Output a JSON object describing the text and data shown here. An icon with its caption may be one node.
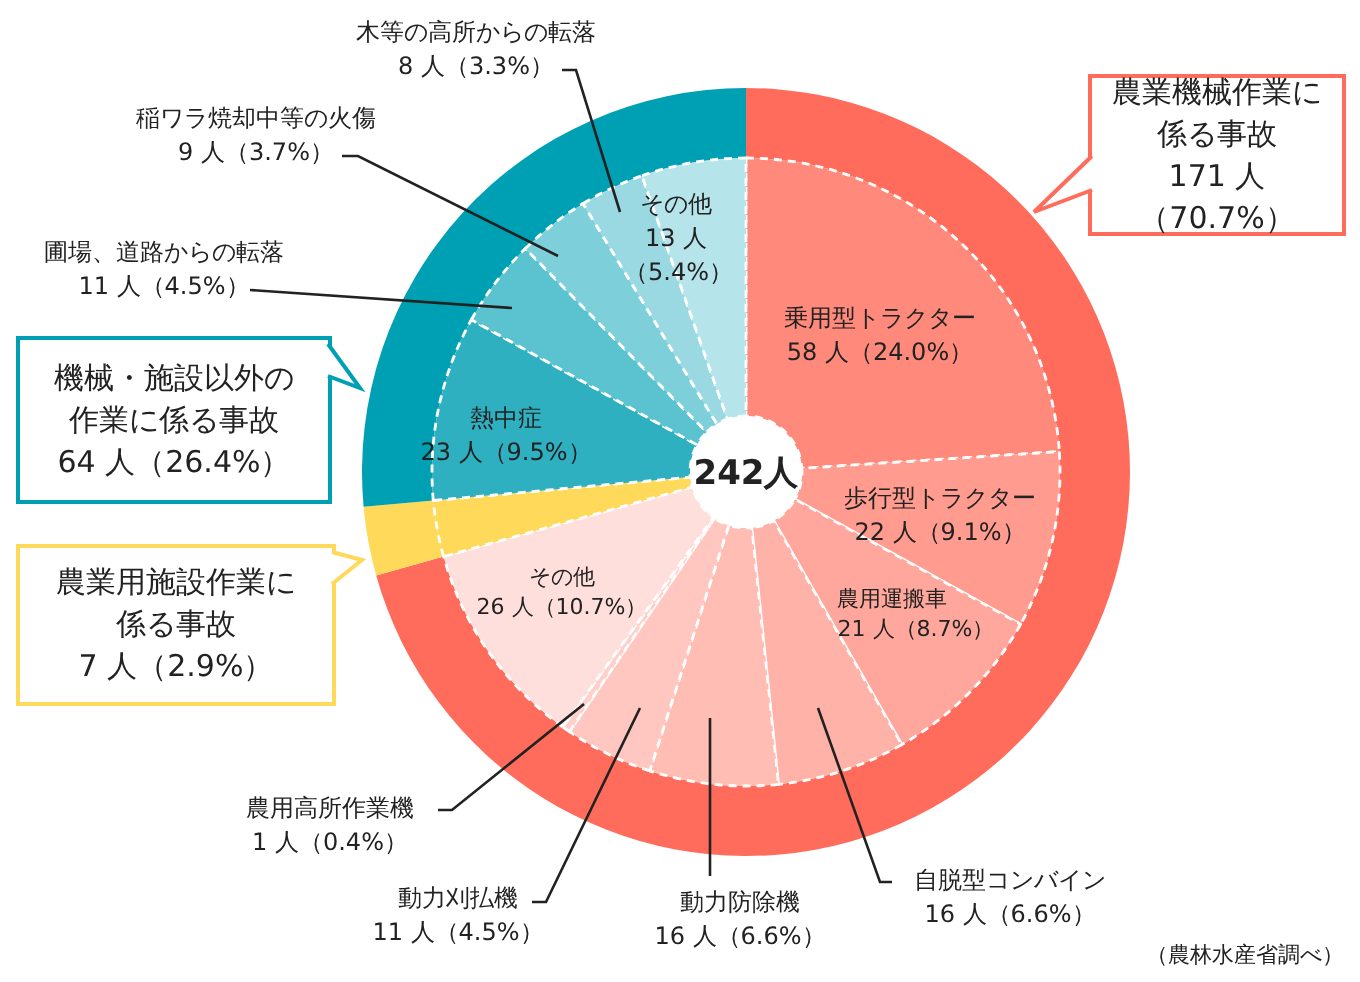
{
  "diagram": {
    "nodes": [
      {
        "text": [
          "242人"
        ]
      },
      {
        "text": [],
        "shape": "band"
      },
      {
        "text": [],
        "shape": "band"
      },
      {
        "text": [],
        "shape": "band"
      },
      {
        "text": [
          "乗用型トラクター",
          "58 人（24.0%）"
        ]
      },
      {
        "text": [
          "歩行型トラクター",
          "22 人（9.1%）"
        ]
      },
      {
        "text": [
          "農用運搬車",
          "21 人（8.7%）"
        ]
      },
      {
        "text": [],
        "shape": "band"
      },
      {
        "text": [],
        "shape": "band"
      },
      {
        "text": [],
        "shape": "band"
      },
      {
        "text": [],
        "shape": "band"
      },
      {
        "text": [
          "その他",
          "26 人（10.7%）"
        ]
      },
      {
        "text": [],
        "shape": "band"
      },
      {
        "text": [
          "熱中症",
          "23 人（9.5%）"
        ]
      },
      {
        "text": [],
        "shape": "band"
      },
      {
        "text": [],
        "shape": "band"
      },
      {
        "text": [],
        "shape": "band"
      },
      {
        "text": [
          "その他",
          "13 人（5.4%）"
        ]
      },
      {
        "text": [
          "農業機械作業に係る事故",
          "171 人（70.7%）"
        ]
      },
      {
        "text": [
          "機械・施設以外の作業に係る事故",
          "64 人（26.4%）"
        ]
      },
      {
        "text": [
          "農業用施設作業に係る事故",
          "7 人（2.9%）"
        ]
      },
      {
        "text": [
          "木等の高所からの転落",
          "8 人（3.3%）"
        ]
      },
      {
        "text": [
          "稲ワラ焼却中等の火傷",
          "9 人（3.7%）"
        ]
      },
      {
        "text": [
          "圃場、道路からの転落",
          "11 人（4.5%）"
        ]
      },
      {
        "text": [
          "自脱型コンバイン",
          "16 人（6.6%）"
        ]
      },
      {
        "text": [
          "動力防除機",
          "16 人（6.6%）"
        ]
      },
      {
        "text": [
          "動力刈払機",
          "11 人（4.5%）"
        ]
      },
      {
        "text": [
          "農用高所作業機",
          "1 人（0.4%）"
        ]
      }
    ],
    "edges": [
      {
        "from": 18,
        "to": 1,
        "arrow": "to",
        "color": "#ff6c5c"
      },
      {
        "from": 19,
        "to": 3,
        "arrow": "to",
        "color": "#00a0b4"
      },
      {
        "from": 20,
        "to": 2,
        "arrow": "to",
        "color": "#ffd95a"
      },
      {
        "from": 21,
        "to": 16,
        "arrow": "none"
      },
      {
        "from": 22,
        "to": 15,
        "arrow": "none"
      },
      {
        "from": 23,
        "to": 14,
        "arrow": "none"
      },
      {
        "from": 24,
        "to": 7,
        "arrow": "none"
      },
      {
        "from": 25,
        "to": 8,
        "arrow": "none"
      },
      {
        "from": 26,
        "to": 9,
        "arrow": "none"
      },
      {
        "from": 27,
        "to": 10,
        "arrow": "none"
      }
    ],
    "labels": [
      "（農林水産省調べ）"
    ]
  }
}
